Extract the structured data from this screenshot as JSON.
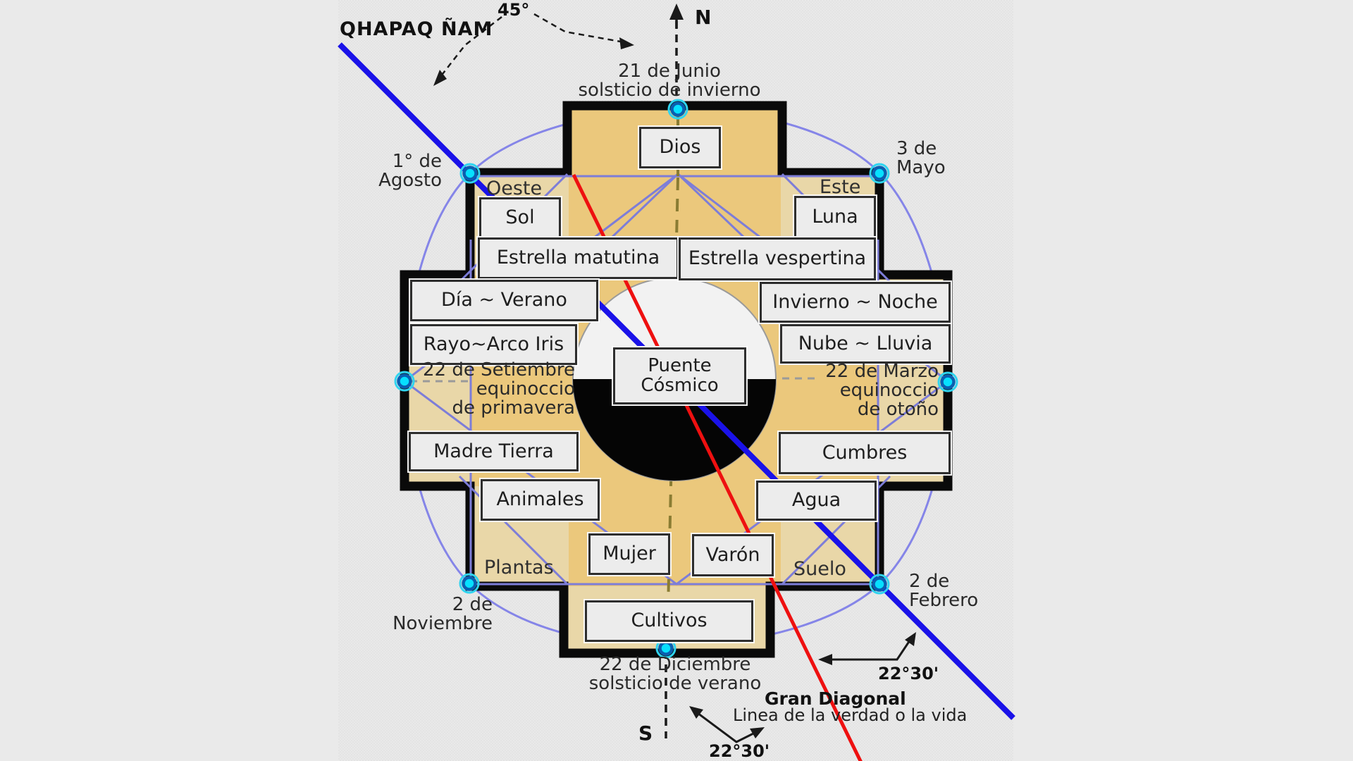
{
  "colors": {
    "page_bg": "#eaeaea",
    "content_bg": "#e4e4e4",
    "cross_fill": "#ebc87c",
    "cross_fill_light": "#e9d7a8",
    "cross_border": "#0a0a0a",
    "ellipse_stroke": "#8585e8",
    "network_stroke": "#7d7dd8",
    "qhapaq_line": "#1a12e8",
    "gran_diagonal_line": "#ee1010",
    "node_core": "#07e0ff",
    "node_ring": "#0a5fb0",
    "circle_top": "#f2f2f2",
    "circle_bottom": "#000000"
  },
  "compass": {
    "north": "N",
    "south": "S"
  },
  "annotations": {
    "qhapaq_nam": "QHAPAQ ÑAM",
    "angle_top": "45°",
    "angle_right": "22°30'",
    "angle_bottom": "22°30'",
    "gran_diagonal": "Gran Diagonal",
    "gran_diagonal_sub": "Linea de la verdad o la vida"
  },
  "center_box": {
    "line1": "Puente",
    "line2": "Cósmico"
  },
  "boxes": [
    {
      "label": "Dios"
    },
    {
      "label": "Sol"
    },
    {
      "label": "Luna"
    },
    {
      "label": "Estrella matutina"
    },
    {
      "label": "Estrella vespertina"
    },
    {
      "label": "Día ~ Verano"
    },
    {
      "label": "Invierno ~ Noche"
    },
    {
      "label": "Rayo~Arco Iris"
    },
    {
      "label": "Nube ~ Lluvia"
    },
    {
      "label": "Madre Tierra"
    },
    {
      "label": "Cumbres"
    },
    {
      "label": "Animales"
    },
    {
      "label": "Agua"
    },
    {
      "label": "Mujer"
    },
    {
      "label": "Varón"
    },
    {
      "label": "Cultivos"
    }
  ],
  "zones": [
    {
      "label": "Oeste"
    },
    {
      "label": "Este"
    },
    {
      "label": "Plantas"
    },
    {
      "label": "Suelo"
    }
  ],
  "dates": [
    {
      "name": "solsticio-junio",
      "lines": [
        "21 de Junio",
        "solsticio de invierno"
      ]
    },
    {
      "name": "mayo-3",
      "lines": [
        "3 de",
        "Mayo"
      ]
    },
    {
      "name": "agosto-1",
      "lines": [
        "1° de",
        "Agosto"
      ]
    },
    {
      "name": "equinoccio-marzo",
      "lines": [
        "22 de Marzo",
        "equinoccio",
        "de otoño"
      ]
    },
    {
      "name": "equinoccio-setiembre",
      "lines": [
        "22 de Setiembre",
        "equinoccio",
        "de primavera"
      ]
    },
    {
      "name": "febrero-2",
      "lines": [
        "2 de",
        "Febrero"
      ]
    },
    {
      "name": "noviembre-2",
      "lines": [
        "2 de",
        "Noviembre"
      ]
    },
    {
      "name": "solsticio-diciembre",
      "lines": [
        "22 de Diciembre",
        "solsticio de verano"
      ]
    }
  ]
}
